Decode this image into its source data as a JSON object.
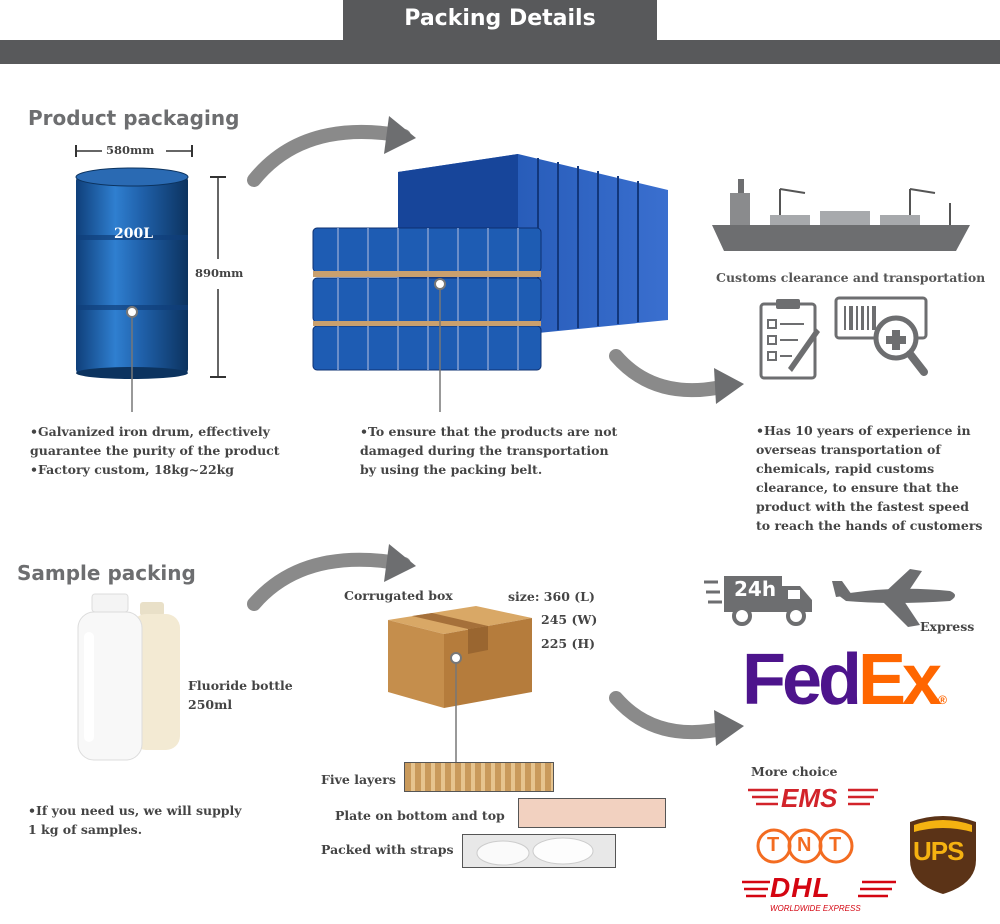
{
  "title": "Packing Details",
  "product": {
    "heading": "Product packaging",
    "width_label": "580mm",
    "height_label": "890mm",
    "drum_label": "200L",
    "desc_lines": [
      "•Galvanized iron drum, effectively",
      "guarantee the purity of the product",
      "•Factory custom, 18kg~22kg"
    ],
    "container_desc_lines": [
      "•To ensure that the products are not",
      "damaged during the transportation",
      "by using the packing belt."
    ]
  },
  "customs": {
    "label": "Customs clearance and transportation",
    "desc_lines": [
      "•Has 10 years of experience in",
      "overseas transportation of",
      "chemicals, rapid customs",
      "clearance, to ensure that the",
      "product with the fastest speed",
      "to reach the hands of customers"
    ]
  },
  "sample": {
    "heading": "Sample packing",
    "bottle_label_1": "Fluoride bottle",
    "bottle_label_2": "250ml",
    "desc_lines": [
      "•If you need us, we will supply",
      "1 kg of samples."
    ],
    "box_label": "Corrugated box",
    "size_label": "size: 360 (L)",
    "size_w": "245 (W)",
    "size_h": "225 (H)",
    "layers": [
      "Five layers",
      "Plate on bottom and top",
      "Packed with straps"
    ]
  },
  "shipping": {
    "truck_badge": "24h",
    "express_label": "Express",
    "fedex_fed": "Fed",
    "fedex_ex": "Ex",
    "fedex_dot": "®",
    "more_choice": "More choice",
    "ems": "EMS",
    "tnt_letters": [
      "T",
      "N",
      "T"
    ],
    "dhl": "DHL",
    "dhl_sub": "WORLDWIDE EXPRESS",
    "ups": "UPS"
  },
  "colors": {
    "band": "#58595b",
    "drum_blue": "#1f5fa8",
    "container_blue": "#2158b8",
    "fedex_purple": "#4d148c",
    "fedex_orange": "#ff6600",
    "ems_red": "#d2232a",
    "tnt_orange": "#f36c21",
    "dhl_red": "#d40511",
    "ups_brown": "#5b3317",
    "ups_gold": "#f5b211"
  }
}
